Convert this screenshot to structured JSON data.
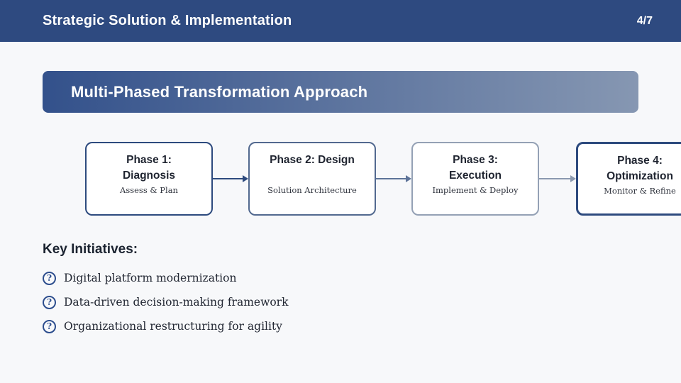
{
  "header": {
    "title": "Strategic Solution & Implementation",
    "page_indicator": "4/7",
    "background_color": "#2e4a80",
    "text_color": "#ffffff"
  },
  "banner": {
    "title": "Multi-Phased Transformation Approach",
    "gradient_start": "#33518b",
    "gradient_end": "#8697b2",
    "text_color": "#ffffff"
  },
  "phases": [
    {
      "title": "Phase 1:\nDiagnosis",
      "subtitle": "Assess & Plan",
      "border_color": "#2d4a7e",
      "border_width": "2px"
    },
    {
      "title": "Phase 2: Design",
      "subtitle": "Solution Architecture",
      "border_color": "#52698f",
      "border_width": "2px"
    },
    {
      "title": "Phase 3:\nExecution",
      "subtitle": "Implement & Deploy",
      "border_color": "#94a1b5",
      "border_width": "2px"
    },
    {
      "title": "Phase 4:\nOptimization",
      "subtitle": "Monitor & Refine",
      "border_color": "#2d4a7e",
      "border_width": "3px"
    }
  ],
  "arrows": [
    {
      "color": "#2d4a7e"
    },
    {
      "color": "#5d7398"
    },
    {
      "color": "#8b99af"
    }
  ],
  "initiatives": {
    "heading": "Key Initiatives:",
    "icon": "question-mark-circle",
    "icon_glyph": "?",
    "icon_color": "#2d4e8e",
    "items": [
      "Digital platform modernization",
      "Data-driven decision-making framework",
      "Organizational restructuring for agility"
    ]
  },
  "colors": {
    "page_background": "#f7f8fa",
    "phase_box_fill": "#ffffff",
    "body_text": "#222733"
  }
}
